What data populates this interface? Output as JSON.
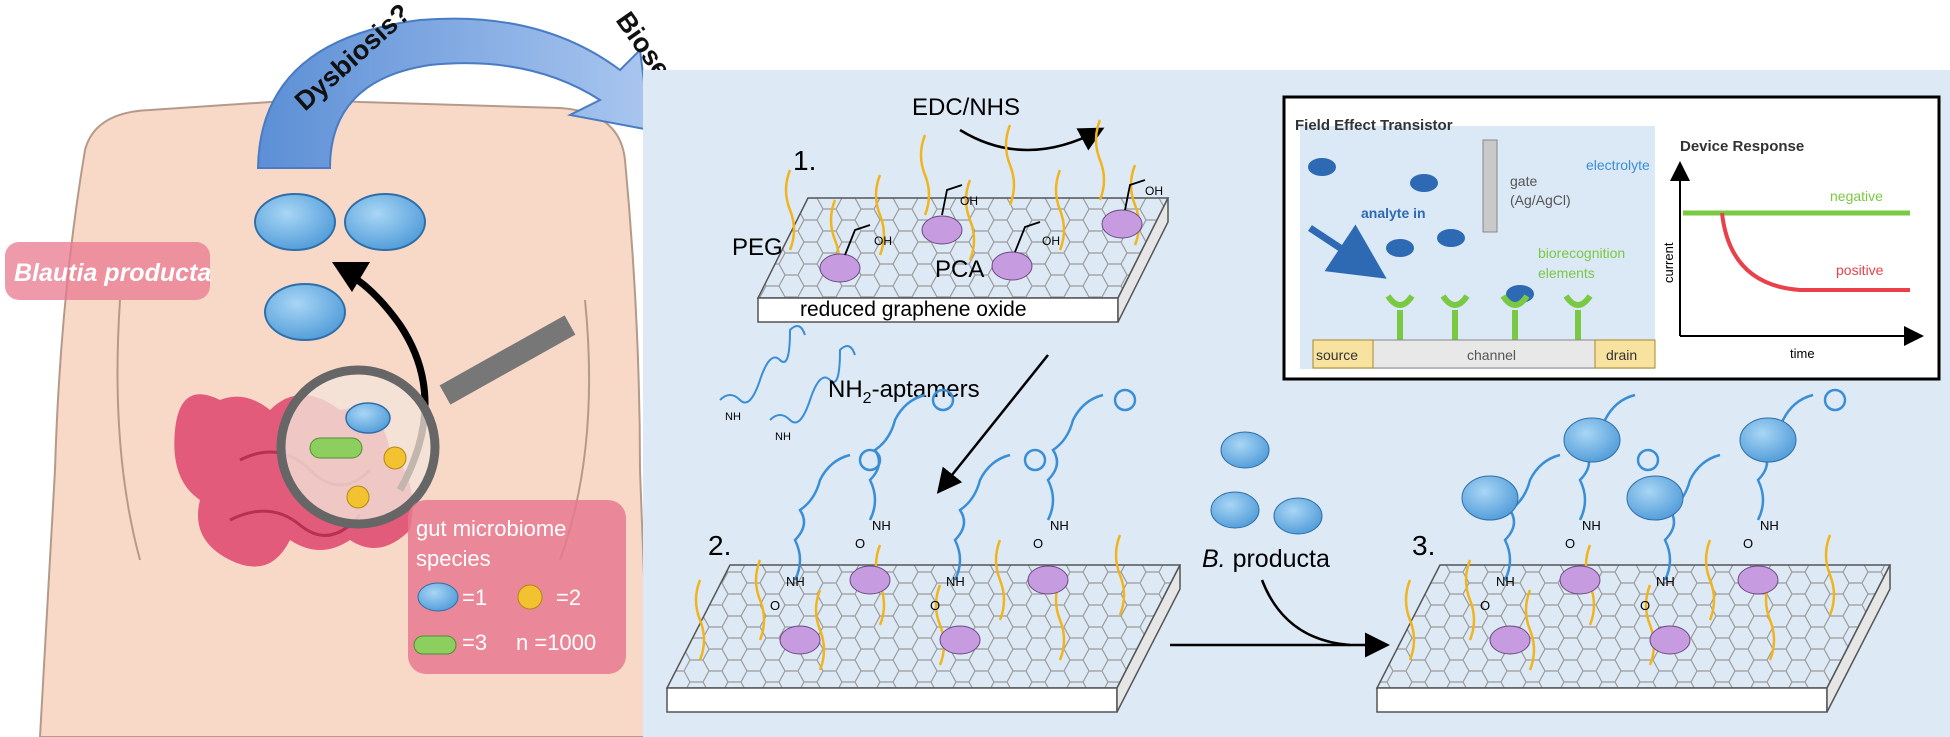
{
  "left": {
    "question": "Dysbiosis?",
    "species_label": "Blautia producta",
    "microbiome_box": {
      "title": "gut microbiome species",
      "title_line1": "gut microbiome",
      "title_line2": "species",
      "legend": [
        {
          "icon": "blue-oval-bacterium",
          "value": "=1"
        },
        {
          "icon": "yellow-bacterium",
          "value": "=2"
        },
        {
          "icon": "green-rod-bacterium",
          "value": "=3"
        }
      ],
      "n": "n =1000"
    }
  },
  "arrow": {
    "label": "Biosensing!"
  },
  "steps": {
    "one": "1.",
    "two": "2.",
    "three": "3."
  },
  "step1": {
    "reagent": "EDC/NHS",
    "peg": "PEG",
    "pca": "PCA",
    "oh": "OH",
    "substrate": "reduced graphene oxide"
  },
  "step2": {
    "aptamers_prefix": "NH",
    "aptamers_sub": "2",
    "aptamers_suffix": "-aptamers",
    "nh2": "NH",
    "nh2_sub": "2",
    "nh": "NH",
    "o": "O"
  },
  "step3": {
    "analyte_italic": "B.",
    "analyte_rest": " producta"
  },
  "inset": {
    "fet_title": "Field Effect Transistor",
    "electrolyte": "electrolyte",
    "gate_line1": "gate",
    "gate_line2": "(Ag/AgCl)",
    "analyte_in": "analyte in",
    "bio_line1": "biorecognition",
    "bio_line2": "elements",
    "source": "source",
    "channel": "channel",
    "drain": "drain",
    "response_title": "Device Response",
    "negative": "negative",
    "positive": "positive",
    "ylabel": "current",
    "xlabel": "time"
  },
  "colors": {
    "skin": "#f8d9c8",
    "skin_outline": "#b59a8a",
    "bg_panel": "#dde9f5",
    "pink_label": "#e8788f",
    "aptamer": "#3a8ed6",
    "peg": "#f0b51e",
    "pca": "#c79be0",
    "bacterium": "#6cb4e8",
    "negative": "#7ac943",
    "positive": "#e9404a",
    "gate_arrow": "#2d6ab3"
  }
}
